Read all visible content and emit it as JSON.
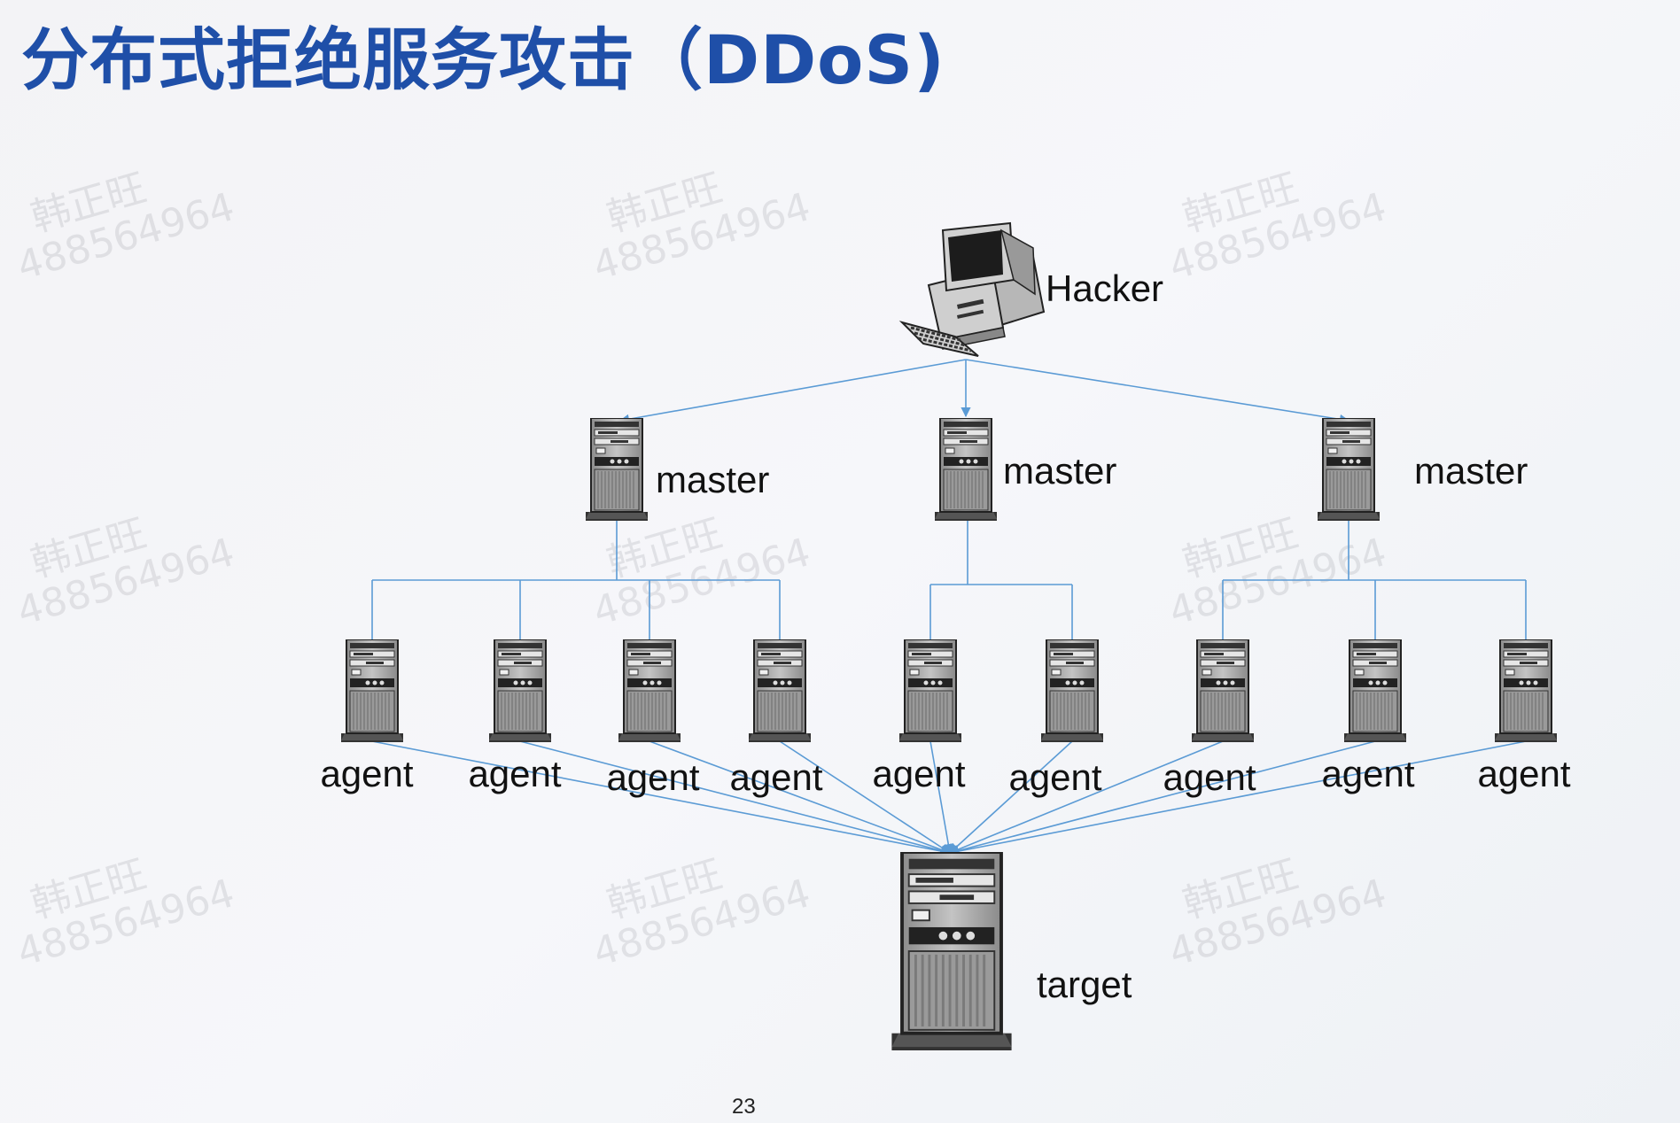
{
  "title": "分布式拒绝服务攻击（DDoS)",
  "watermark": {
    "line1": "韩正旺",
    "line2": "488564964"
  },
  "nodes": {
    "hacker": {
      "label": "Hacker"
    },
    "masters": [
      {
        "label": "master"
      },
      {
        "label": "master"
      },
      {
        "label": "master"
      }
    ],
    "agents": [
      {
        "label": "agent"
      },
      {
        "label": "agent"
      },
      {
        "label": "agent"
      },
      {
        "label": "agent"
      },
      {
        "label": "agent"
      },
      {
        "label": "agent"
      },
      {
        "label": "agent"
      },
      {
        "label": "agent"
      },
      {
        "label": "agent"
      }
    ],
    "target": {
      "label": "target"
    }
  },
  "page_number": "23",
  "colors": {
    "title": "#1f4fa8",
    "connector": "#5b9bd5",
    "server_body": "#a8a8a8",
    "background": "#f4f5f8"
  }
}
